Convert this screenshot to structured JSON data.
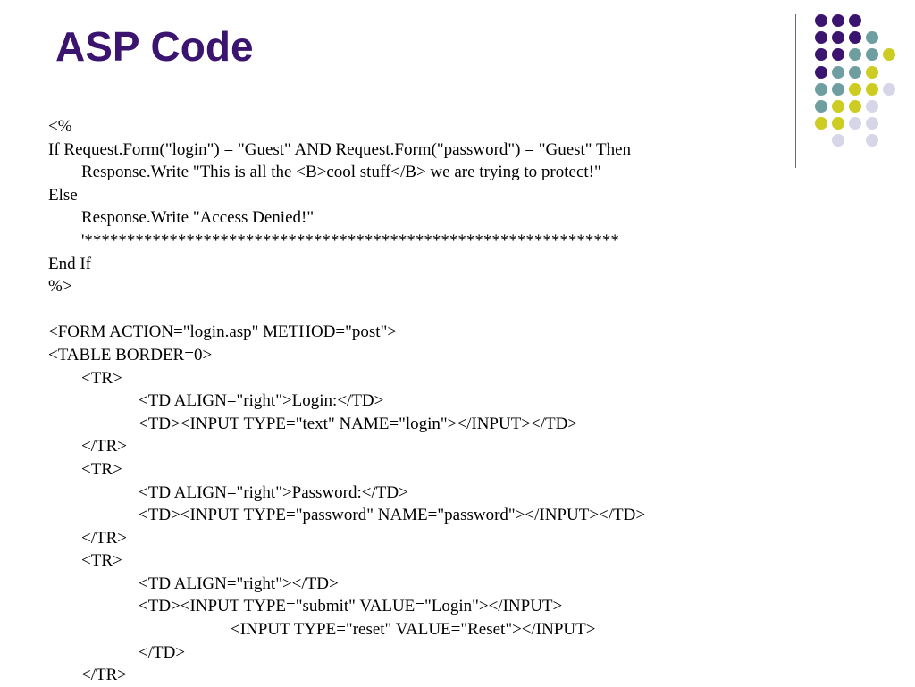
{
  "slide": {
    "title": "ASP Code",
    "colors": {
      "title": "#3b1470",
      "dark_purple": "#3b1470",
      "teal": "#6f9ea1",
      "yellow_green": "#cccc22",
      "lavender": "#d6d6e8",
      "divider": "#6b6b6b"
    },
    "decoration": {
      "name": "dot-grid",
      "dot_colors_by_row": [
        [
          "dark_purple",
          "dark_purple",
          "dark_purple"
        ],
        [
          "dark_purple",
          "dark_purple",
          "dark_purple",
          "teal"
        ],
        [
          "dark_purple",
          "dark_purple",
          "teal",
          "teal",
          "yellow_green"
        ],
        [
          "dark_purple",
          "teal",
          "teal",
          "yellow_green"
        ],
        [
          "teal",
          "teal",
          "yellow_green",
          "yellow_green",
          "lavender"
        ],
        [
          "teal",
          "yellow_green",
          "yellow_green",
          "lavender"
        ],
        [
          "yellow_green",
          "yellow_green",
          "lavender",
          "lavender"
        ],
        [
          "lavender",
          "lavender"
        ]
      ]
    }
  },
  "code_lines": [
    {
      "indent": 0,
      "text": "<%"
    },
    {
      "indent": 0,
      "text": "If Request.Form(\"login\") = \"Guest\" AND Request.Form(\"password\") = \"Guest\" Then"
    },
    {
      "indent": 1,
      "text": "Response.Write \"This is all the <B>cool stuff</B> we are trying to protect!\""
    },
    {
      "indent": 0,
      "text": "Else"
    },
    {
      "indent": 1,
      "text": "Response.Write \"Access Denied!\""
    },
    {
      "indent": 1,
      "text": "'***************************************************************"
    },
    {
      "indent": 0,
      "text": "End If"
    },
    {
      "indent": 0,
      "text": "%>"
    },
    {
      "indent": 0,
      "text": ""
    },
    {
      "indent": 0,
      "text": "<FORM ACTION=\"login.asp\" METHOD=\"post\">"
    },
    {
      "indent": 0,
      "text": "<TABLE BORDER=0>"
    },
    {
      "indent": 1,
      "text": "<TR>"
    },
    {
      "indent": 2,
      "text": "<TD ALIGN=\"right\">Login:</TD>"
    },
    {
      "indent": 2,
      "text": "<TD><INPUT TYPE=\"text\" NAME=\"login\"></INPUT></TD>"
    },
    {
      "indent": 1,
      "text": "</TR>"
    },
    {
      "indent": 1,
      "text": "<TR>"
    },
    {
      "indent": 2,
      "text": "<TD ALIGN=\"right\">Password:</TD>"
    },
    {
      "indent": 2,
      "text": "<TD><INPUT TYPE=\"password\" NAME=\"password\"></INPUT></TD>"
    },
    {
      "indent": 1,
      "text": "</TR>"
    },
    {
      "indent": 1,
      "text": "<TR>"
    },
    {
      "indent": 2,
      "text": "<TD ALIGN=\"right\"></TD>"
    },
    {
      "indent": 2,
      "text": "<TD><INPUT TYPE=\"submit\" VALUE=\"Login\"></INPUT>"
    },
    {
      "indent": 3,
      "text": "<INPUT TYPE=\"reset\" VALUE=\"Reset\"></INPUT>"
    },
    {
      "indent": 2,
      "text": "</TD>"
    },
    {
      "indent": 1,
      "text": "</TR>"
    }
  ]
}
